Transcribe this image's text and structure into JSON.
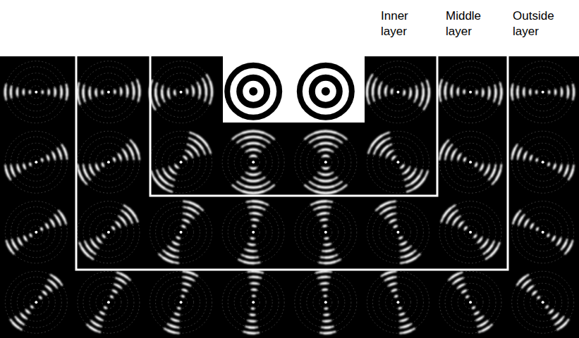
{
  "diagram": {
    "labels": [
      "Inner layer",
      "Middle layer",
      "Outside layer"
    ]
  }
}
